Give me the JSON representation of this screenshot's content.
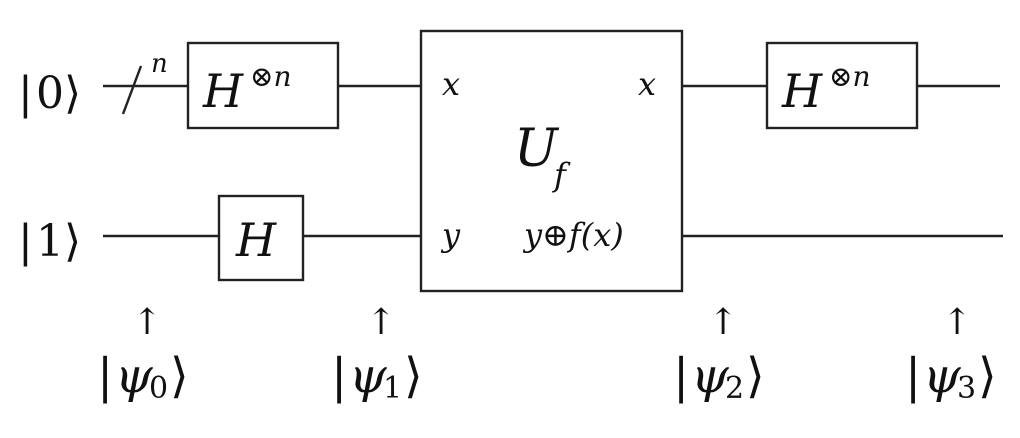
{
  "inputs": {
    "top_ket": "0",
    "bottom_ket": "1"
  },
  "register_size": "n",
  "gates": {
    "hadamard_top_1": {
      "base": "H",
      "sup": "⊗n"
    },
    "hadamard_bottom": {
      "base": "H"
    },
    "hadamard_top_2": {
      "base": "H",
      "sup": "⊗n"
    }
  },
  "oracle": {
    "name_base": "U",
    "name_sub": "f",
    "in_top": "x",
    "in_bottom": "y",
    "out_top": "x",
    "out_bottom": "y⊕f(x)"
  },
  "states": {
    "arrow": "↑",
    "psi_symbol": "ψ",
    "psi0_index": "0",
    "psi1_index": "1",
    "psi2_index": "2",
    "psi3_index": "3"
  }
}
